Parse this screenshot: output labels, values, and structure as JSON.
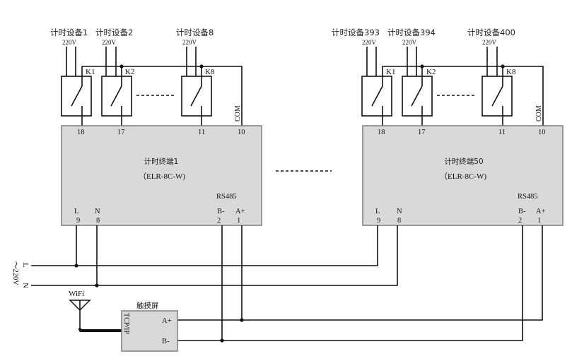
{
  "title": "计时终端接线示意图",
  "groups": [
    {
      "terminal": {
        "name": "计时终端1",
        "model": "（ELR-8C-W)",
        "bus_label": "RS485",
        "pins_top": [
          "18",
          "17",
          "11",
          "10"
        ],
        "pin_labels_bottom": [
          "L",
          "N",
          "B-",
          "A+"
        ],
        "pins_bottom": [
          "9",
          "8",
          "2",
          "1"
        ]
      },
      "devices": [
        {
          "name": "计时设备1",
          "voltage": "220V",
          "relay": "K1"
        },
        {
          "name": "计时设备2",
          "voltage": "220V",
          "relay": "K2"
        },
        {
          "name": "计时设备8",
          "voltage": "220V",
          "relay": "K8"
        }
      ],
      "com_label": "COM"
    },
    {
      "terminal": {
        "name": "计时终端50",
        "model": "（ELR-8C-W)",
        "bus_label": "RS485",
        "pins_top": [
          "18",
          "17",
          "11",
          "10"
        ],
        "pin_labels_bottom": [
          "L",
          "N",
          "B-",
          "A+"
        ],
        "pins_bottom": [
          "9",
          "8",
          "2",
          "1"
        ]
      },
      "devices": [
        {
          "name": "计时设备393",
          "voltage": "220V",
          "relay": "K1"
        },
        {
          "name": "计时设备394",
          "voltage": "220V",
          "relay": "K2"
        },
        {
          "name": "计时设备400",
          "voltage": "220V",
          "relay": "K8"
        }
      ],
      "com_label": "COM"
    }
  ],
  "power": {
    "line_label": "L",
    "neutral_label": "N",
    "voltage_label": "～220V"
  },
  "touchscreen": {
    "name": "触摸屏",
    "interface_label": "TCP/IP",
    "a_label": "A+",
    "b_label": "B-"
  },
  "wifi": {
    "label": "WiFi",
    "icon": "antenna-icon"
  }
}
